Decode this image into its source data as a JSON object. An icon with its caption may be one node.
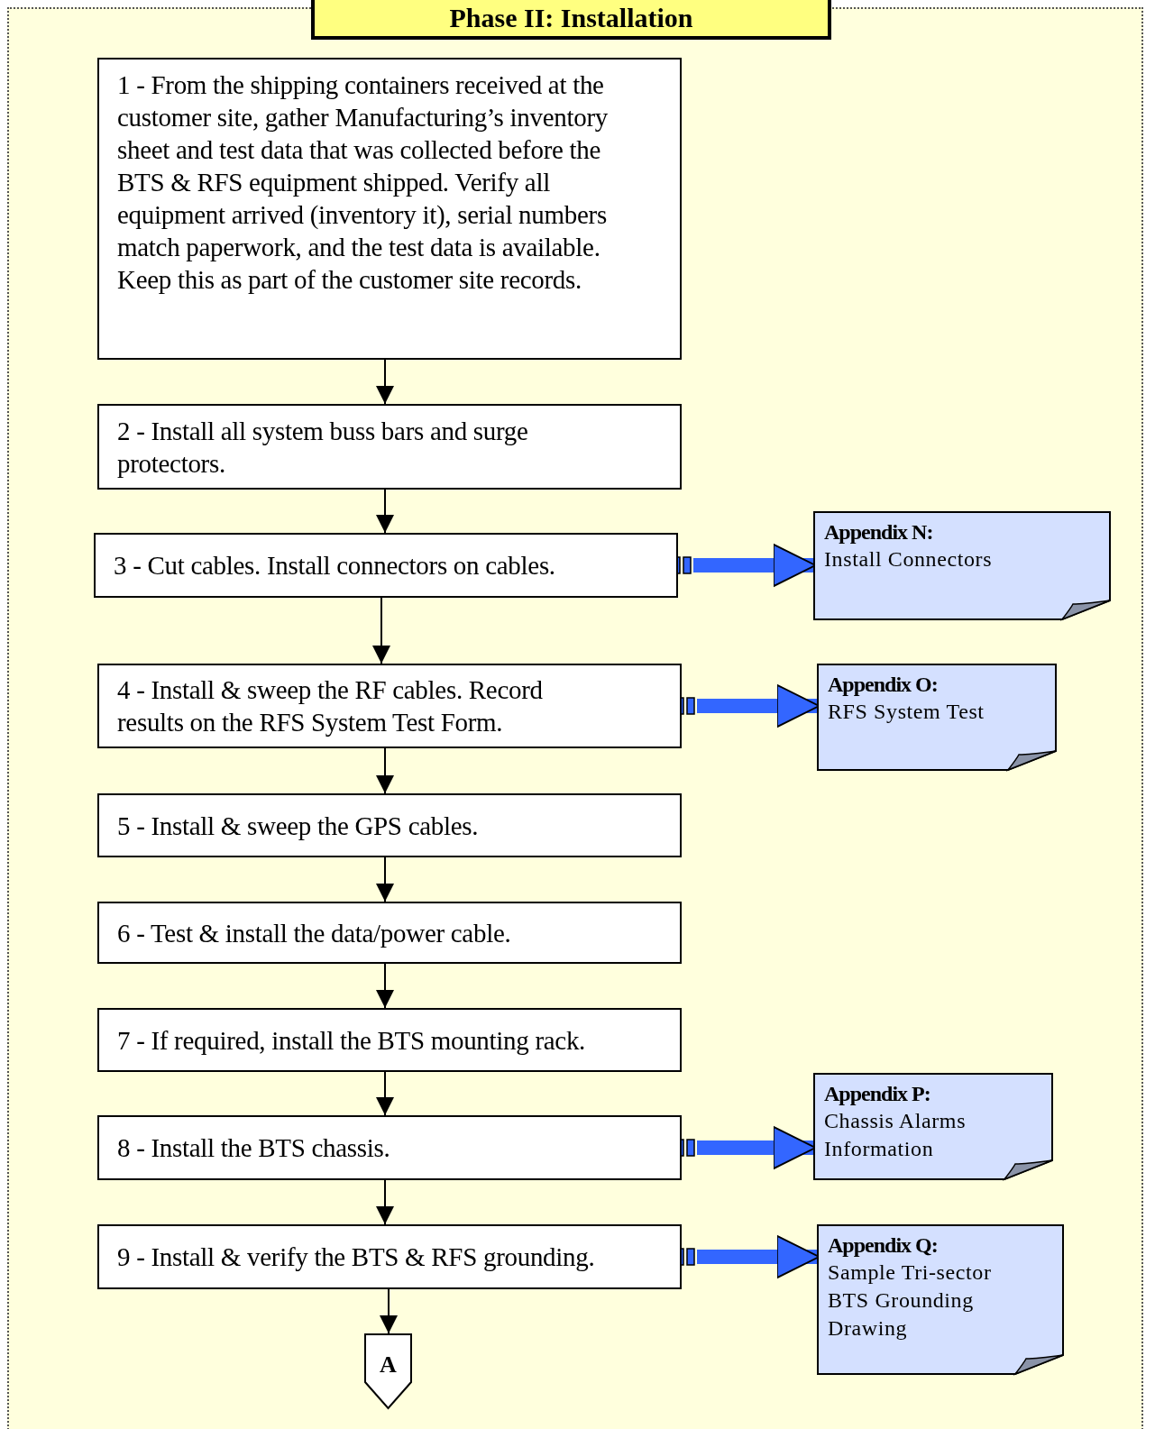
{
  "diagram": {
    "title": "Phase II: Installation",
    "nodes": [
      {
        "text": [
          "1 - From the shipping containers received at the customer site, gather Manufacturing’s inventory sheet and test data that was collected before the BTS & RFS equipment shipped. Verify all equipment arrived (inventory it), serial numbers match paperwork, and the test data is available. Keep this as part of the customer site records."
        ]
      },
      {
        "text": [
          "2 - Install all system buss bars and surge protectors."
        ]
      },
      {
        "text": [
          "3 - Cut cables. Install connectors on cables."
        ]
      },
      {
        "text": [
          "4 - Install & sweep the RF cables. Record results on the RFS System Test Form."
        ]
      },
      {
        "text": [
          "5 - Install & sweep the GPS cables."
        ]
      },
      {
        "text": [
          "6 - Test & install the data/power cable."
        ]
      },
      {
        "text": [
          "7 - If required, install the BTS mounting rack."
        ]
      },
      {
        "text": [
          "8 - Install the BTS chassis."
        ]
      },
      {
        "text": [
          "9 - Install & verify the BTS & RFS grounding."
        ]
      },
      {
        "text": [
          "A"
        ]
      },
      {
        "text": [
          "Appendix N:",
          "Install Connectors"
        ]
      },
      {
        "text": [
          "Appendix O:",
          "RFS System Test"
        ]
      },
      {
        "text": [
          "Appendix P:",
          "Chassis Alarms Information"
        ]
      },
      {
        "text": [
          "Appendix Q:",
          "Sample Tri-sector BTS Grounding Drawing"
        ]
      }
    ],
    "edges": [
      {
        "from": 0,
        "to": 1,
        "arrow": "to"
      },
      {
        "from": 1,
        "to": 2,
        "arrow": "to"
      },
      {
        "from": 2,
        "to": 3,
        "arrow": "to"
      },
      {
        "from": 3,
        "to": 4,
        "arrow": "to"
      },
      {
        "from": 4,
        "to": 5,
        "arrow": "to"
      },
      {
        "from": 5,
        "to": 6,
        "arrow": "to"
      },
      {
        "from": 6,
        "to": 7,
        "arrow": "to"
      },
      {
        "from": 7,
        "to": 8,
        "arrow": "to"
      },
      {
        "from": 8,
        "to": 9,
        "arrow": "to"
      },
      {
        "from": 2,
        "to": 10,
        "arrow": "to",
        "style": "thick",
        "color": "#3366ff"
      },
      {
        "from": 3,
        "to": 11,
        "arrow": "to",
        "style": "thick",
        "color": "#3366ff"
      },
      {
        "from": 7,
        "to": 12,
        "arrow": "to",
        "style": "thick",
        "color": "#3366ff"
      },
      {
        "from": 8,
        "to": 13,
        "arrow": "to",
        "style": "thick",
        "color": "#3366ff"
      }
    ]
  }
}
